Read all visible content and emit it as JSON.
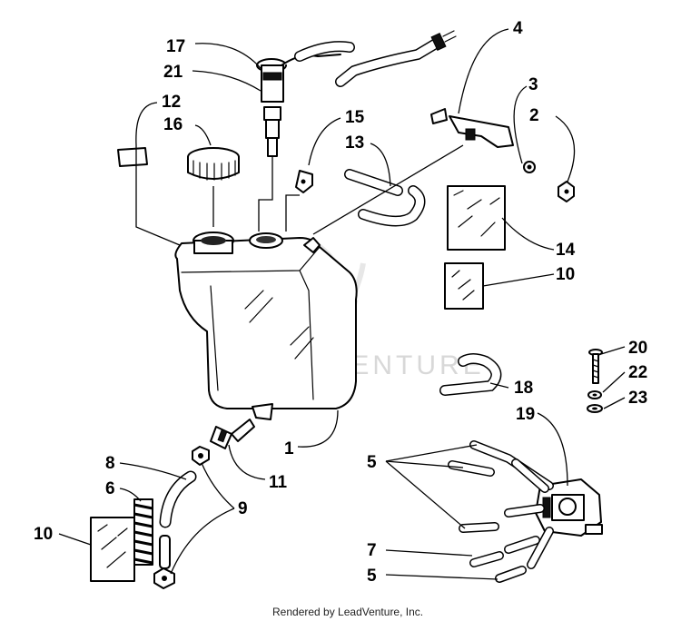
{
  "watermark": "LEADVENTURE",
  "footer": "Rendered by LeadVenture, Inc.",
  "callouts": {
    "c17": "17",
    "c21": "21",
    "c12": "12",
    "c16": "16",
    "c15": "15",
    "c13": "13",
    "c4": "4",
    "c3": "3",
    "c2": "2",
    "c14": "14",
    "c10a": "10",
    "c1": "1",
    "c11": "11",
    "c8": "8",
    "c6": "6",
    "c10b": "10",
    "c9": "9",
    "c20": "20",
    "c22": "22",
    "c23": "23",
    "c18": "18",
    "c19": "19",
    "c5a": "5",
    "c7": "7",
    "c5b": "5"
  }
}
